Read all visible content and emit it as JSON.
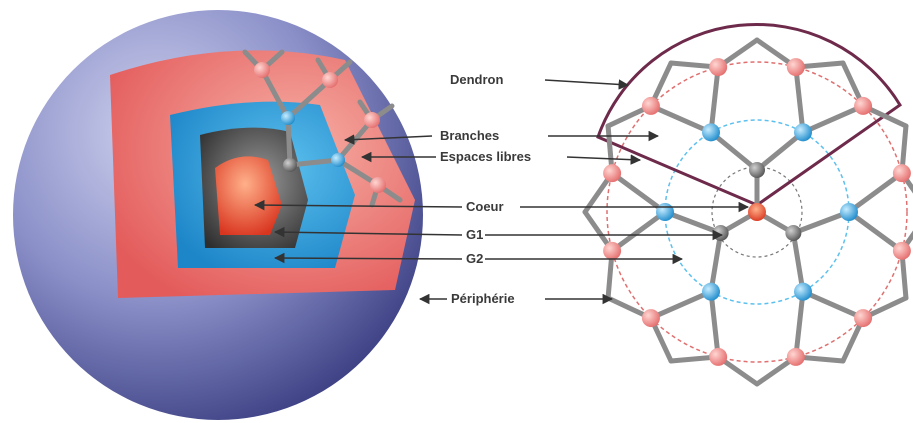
{
  "labels": {
    "dendron": "Dendron",
    "branches": "Branches",
    "free_spaces": "Espaces libres",
    "core": "Coeur",
    "g1": "G1",
    "g2": "G2",
    "periphery": "Périphérie"
  },
  "colors": {
    "sphere_outer": "#5a5fa3",
    "sphere_light": "#c4c8e8",
    "periphery_layer": "#e86a6a",
    "g2_layer": "#2f9ed8",
    "g1_layer": "#4a4a4a",
    "core": "#e0462e",
    "node_pink": "#f08a8a",
    "node_blue": "#36a6dc",
    "node_gray": "#6b6b6b",
    "bond": "#8c8c8c",
    "dendron_outline": "#6e2a4a"
  }
}
